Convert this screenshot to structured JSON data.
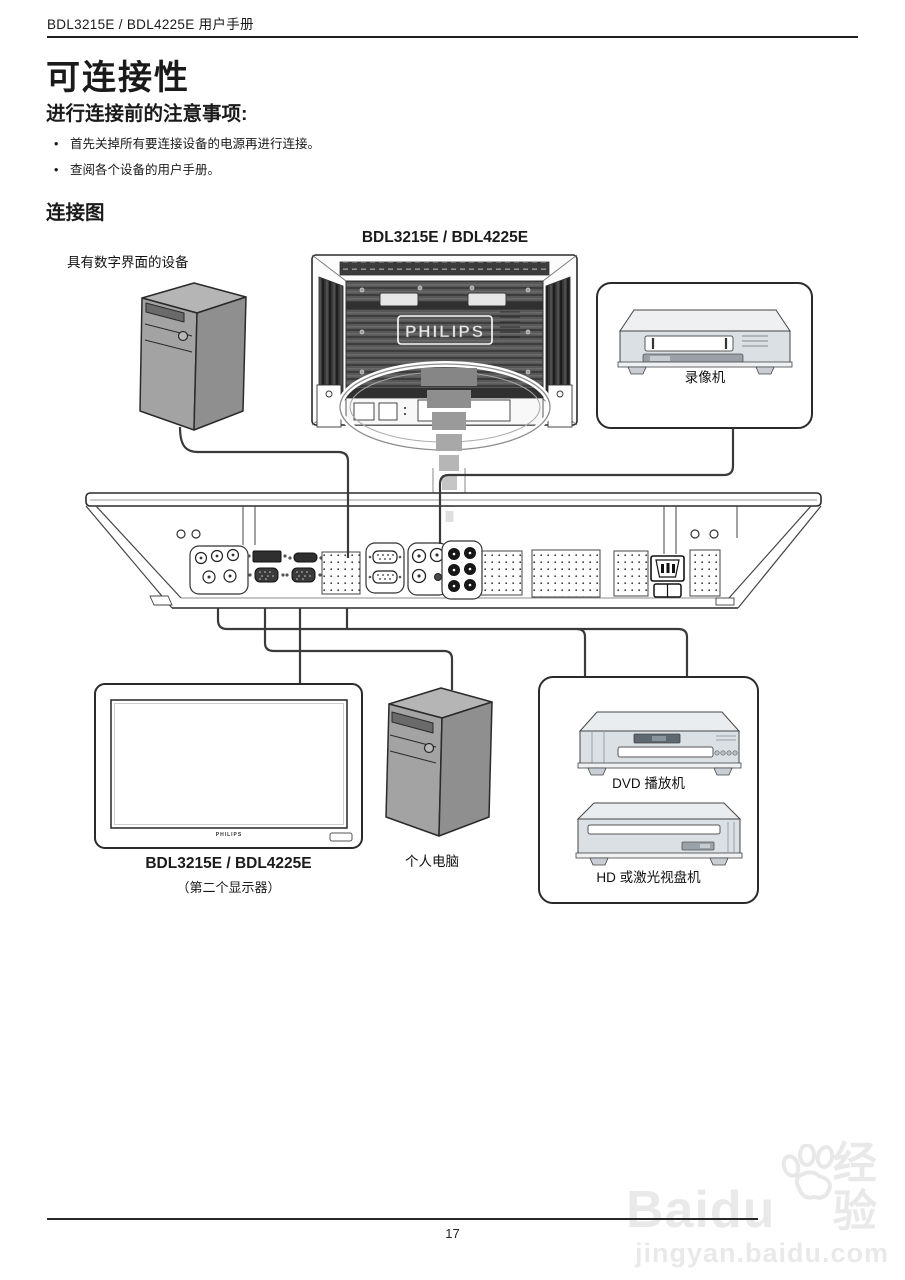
{
  "header": {
    "manual_title": "BDL3215E / BDL4225E  用户手册"
  },
  "content": {
    "page_title": "可连接性",
    "precautions_title": "进行连接前的注意事项:",
    "bullet": "•",
    "precautions": [
      "首先关掉所有要连接设备的电源再进行连接。",
      "查阅各个设备的用户手册。"
    ],
    "diagram_title": "连接图"
  },
  "diagram": {
    "tv_model_label": "BDL3215E / BDL4225E",
    "tv_brand": "PHILIPS",
    "digital_device_label": "具有数字界面的设备",
    "vcr_label": "录像机",
    "second_display_model": "BDL3215E / BDL4225E",
    "second_display_note": "（第二个显示器）",
    "second_display_brand": "PHILIPS",
    "pc_label": "个人电脑",
    "dvd_label": "DVD 播放机",
    "hd_label": "HD 或激光视盘机"
  },
  "footer": {
    "page_number": "17"
  },
  "watermark": {
    "brand_en": "Baidu",
    "brand_du": "du",
    "brand_cn": "经验",
    "url": "jingyan.baidu.com"
  },
  "colors": {
    "line_dark": "#2a2a2a",
    "device_gray": "#a3a3a3",
    "silver_face": "#dbe0e5",
    "tv_back_dark": "#4c4c4c"
  }
}
